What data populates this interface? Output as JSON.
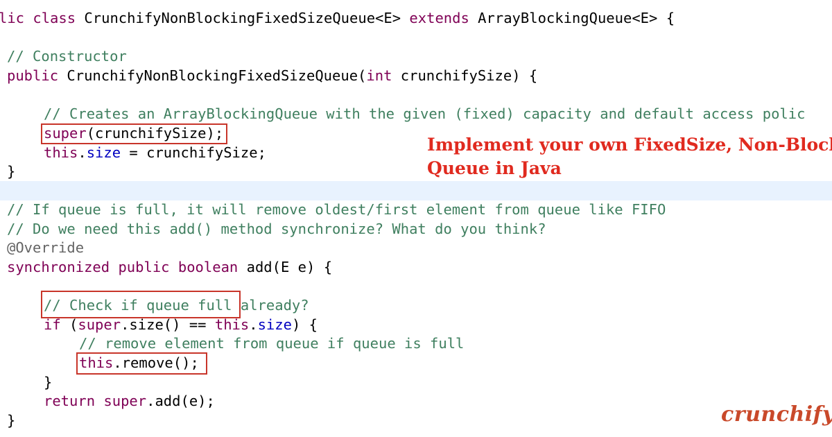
{
  "code": {
    "line_class_decl": {
      "kw1": "lic class ",
      "name": "CrunchifyNonBlockingFixedSizeQueue<E> ",
      "kw2": "extends ",
      "rest": "ArrayBlockingQueue<E> {"
    },
    "line_ctor_comment": "// Constructor",
    "line_ctor_decl": {
      "kw1": "public ",
      "name": "CrunchifyNonBlockingFixedSizeQueue(",
      "kw2": "int ",
      "rest": "crunchifySize) {"
    },
    "line_creates_comment": "// Creates an ArrayBlockingQueue with the given (fixed) capacity and default access polic",
    "line_super_call": {
      "kw": "super",
      "rest": "(crunchifySize);"
    },
    "line_this_size": {
      "kw": "this",
      "dot": ".",
      "field": "size",
      "rest": " = crunchifySize;"
    },
    "line_close_ctor": "}",
    "line_comment_full": "// If queue is full, it will remove oldest/first element from queue like FIFO",
    "line_comment_sync": "// Do we need this add() method synchronize? What do you think?",
    "line_override": "@Override",
    "line_add_decl": {
      "kw1": "synchronized ",
      "kw2": "public ",
      "kw3": "boolean ",
      "rest": "add(E e) {"
    },
    "line_check_comment": "// Check if queue full already?",
    "line_if": {
      "kw1": "if ",
      "mid1": "(",
      "kw2": "super",
      "mid2": ".size() == ",
      "kw3": "this",
      "mid3": ".",
      "field": "size",
      "rest": ") {"
    },
    "line_remove_comment": "// remove element from queue if queue is full",
    "line_remove_call": {
      "kw": "this",
      "rest": ".remove();"
    },
    "line_close_if": "}",
    "line_return": {
      "kw1": "return ",
      "kw2": "super",
      "rest": ".add(e);"
    },
    "line_close_method": "}"
  },
  "overlay": {
    "title_line1": "Implement your own FixedSize, Non-Blocki",
    "title_line2": "Queue in Java"
  },
  "logo": {
    "text": "crunchify.c"
  },
  "colors": {
    "keyword": "#7f0055",
    "comment": "#3f7f5f",
    "field": "#0000c0",
    "annotation": "#646464",
    "highlight_box": "#c8352a",
    "title": "#e02a1f",
    "current_line": "#e8f2fe"
  }
}
